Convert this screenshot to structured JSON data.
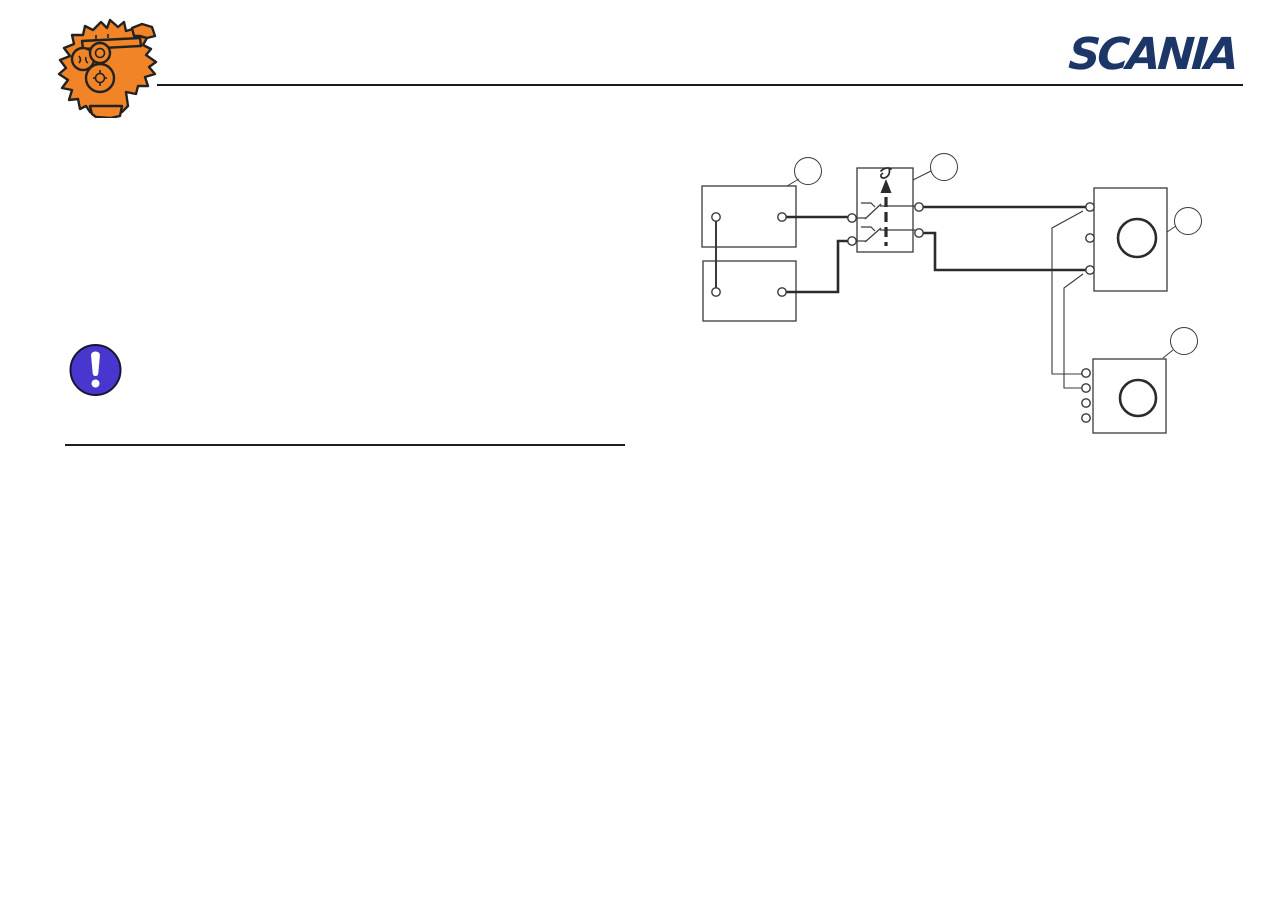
{
  "header": {
    "brand": "SCANIA",
    "brand_color": "#1b3667",
    "logo_icon": "engine-front-illustration",
    "logo_color": "#f08426"
  },
  "notice": {
    "icon": "mandatory-action-exclamation-icon",
    "icon_color": "#4836cf"
  },
  "diagram": {
    "type": "wiring-schematic",
    "line_color": "#3a3a3a",
    "components": [
      {
        "id": "battery-1",
        "terminals": 2,
        "callout": "circle-empty"
      },
      {
        "id": "battery-2",
        "terminals": 2
      },
      {
        "id": "battery-master-switch",
        "terminals": 4,
        "callout": "circle-empty",
        "symbols": [
          "manual-actuator-hook",
          "up-arrow",
          "dashed-link",
          "contact-blade",
          "contact-blade"
        ]
      },
      {
        "id": "starter-motor",
        "terminals": 3,
        "callout": "circle-empty"
      },
      {
        "id": "alternator",
        "terminals": 4,
        "callout": "circle-empty"
      }
    ],
    "connections": [
      "battery-1-neg to battery-2-pos (series link)",
      "battery-1-pos to switch-in-1",
      "battery-2-neg to switch-in-2",
      "switch-out-1 to starter-terminal-1",
      "switch-out-2 to starter-terminal-3",
      "starter-terminal-1 to alternator-terminal-1",
      "starter-terminal-3 to alternator-terminal-2"
    ],
    "callout_labels": [
      "",
      "",
      "",
      ""
    ]
  }
}
